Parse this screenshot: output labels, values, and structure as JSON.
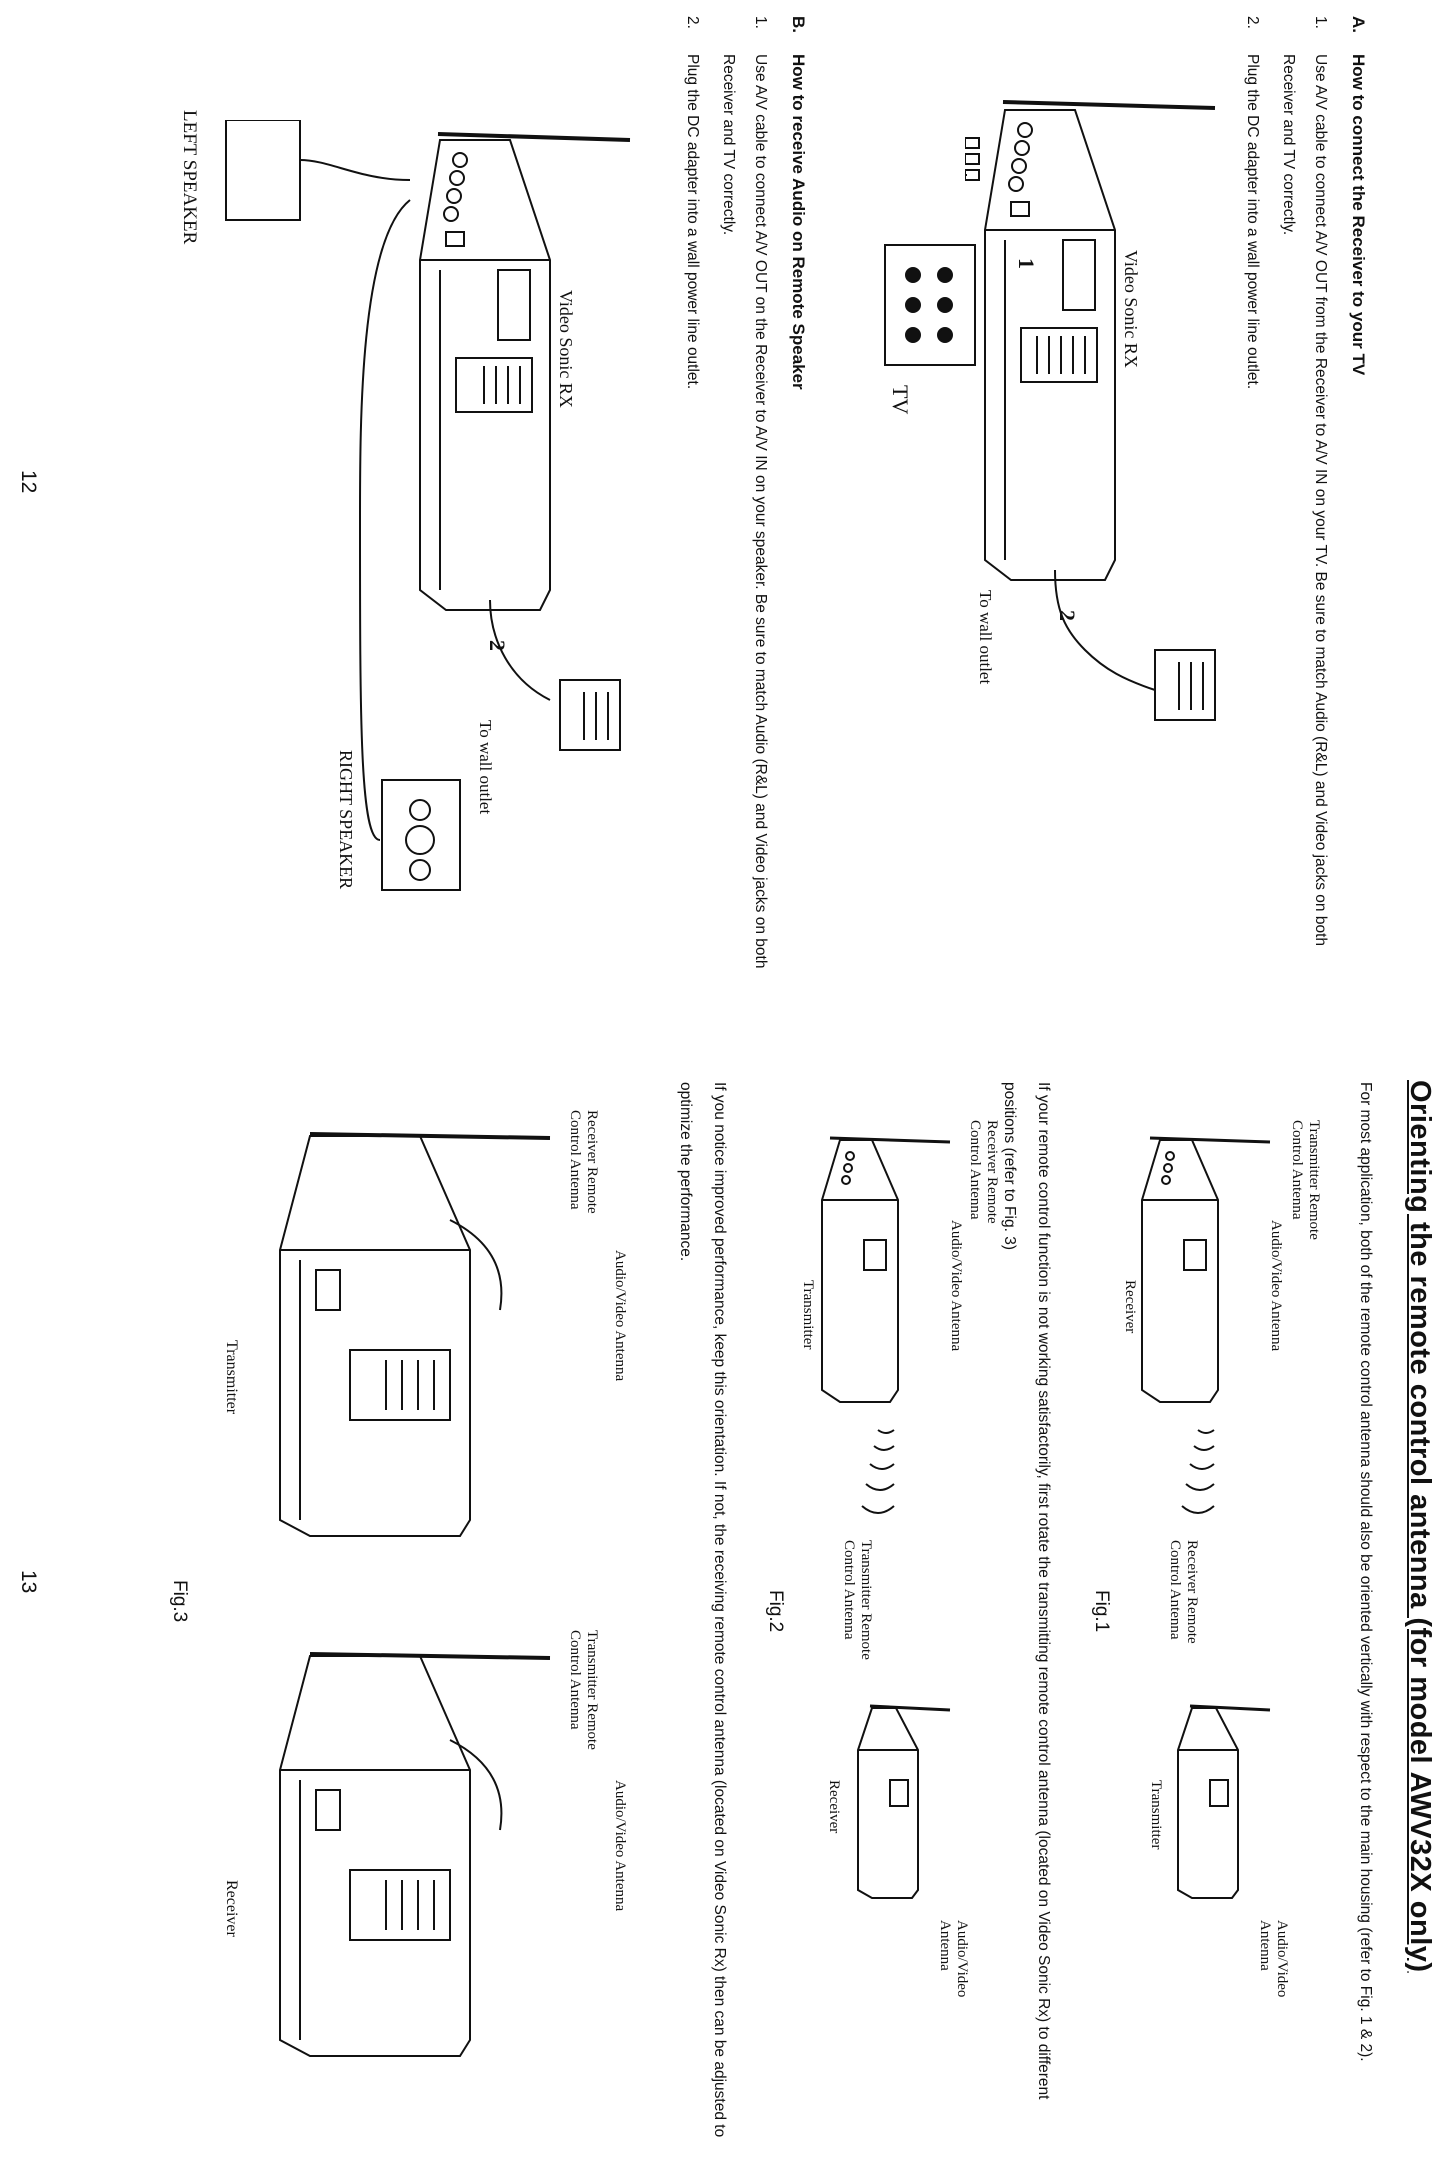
{
  "left_page": {
    "section_a": {
      "letter": "A.",
      "heading": "How to connect the Receiver to your TV",
      "steps": [
        {
          "num": "1.",
          "text": "Use A/V cable to connect A/V OUT from the Receiver to A/V IN on your TV. Be sure to match Audio (R&L) and Video jacks on both Receiver and TV correctly."
        },
        {
          "num": "2.",
          "text": "Plug the DC adapter into a wall power line outlet."
        }
      ],
      "diagram": {
        "device_label": "Video Sonic RX",
        "outlet_label": "To wall outlet",
        "tv_label": "TV",
        "callout_1": "1",
        "callout_2": "2"
      }
    },
    "section_b": {
      "letter": "B.",
      "heading": "How to receive Audio on Remote Speaker",
      "steps": [
        {
          "num": "1.",
          "text": "Use A/V cable to connect A/V OUT on the Receiver to A/V IN on your speaker. Be sure to match Audio (R&L) and Video jacks on both Receiver and TV correctly."
        },
        {
          "num": "2.",
          "text": "Plug the DC adapter into a wall power line outlet."
        }
      ],
      "diagram": {
        "device_label": "Video Sonic RX",
        "outlet_label": "To wall outlet",
        "left_speaker_label": "LEFT SPEAKER",
        "right_speaker_label": "RIGHT SPEAKER",
        "callout_2": "2"
      }
    },
    "page_number": "12"
  },
  "right_page": {
    "title": "Orienting the remote control antenna (for model AWV32X only)",
    "intro": "For most application, both of the remote control antenna should also be oriented vertically with respect to the main housing (refer to Fig. 1 & 2).",
    "fig1": {
      "caption": "Fig.1",
      "unit_a": {
        "antenna_label": "Transmitter Remote Control Antenna",
        "av_label": "Audio/Video Antenna",
        "name": "Receiver"
      },
      "unit_b": {
        "antenna_label": "Receiver Remote Control Antenna",
        "av_label": "Audio/Video Antenna",
        "name": "Transmitter"
      }
    },
    "para2": "If your remote control function is not working satisfactorily, first rotate the transmitting remote control antenna (located on Video Sonic Rx) to different positions (refer to Fig. 3)",
    "fig2": {
      "caption": "Fig.2",
      "unit_a": {
        "antenna_label": "Receiver Remote Control Antenna",
        "av_label": "Audio/Video Antenna",
        "name": "Transmitter"
      },
      "unit_b": {
        "antenna_label": "Transmitter Remote Control Antenna",
        "av_label": "Audio/Video Antenna",
        "name": "Receiver"
      }
    },
    "para3": "If you notice improved performance, keep this orientation. If not, the receiving remote control antenna (located on Video Sonic Rx) then can be adjusted to optimize the performance.",
    "fig3": {
      "caption": "Fig.3",
      "left": {
        "antenna_label": "Receiver Remote Control Antenna",
        "av_label": "Audio/Video Antenna",
        "name": "Transmitter"
      },
      "right": {
        "antenna_label": "Transmitter Remote Control Antenna",
        "av_label": "Audio/Video Antenna",
        "name": "Receiver"
      }
    },
    "page_number": "13"
  }
}
